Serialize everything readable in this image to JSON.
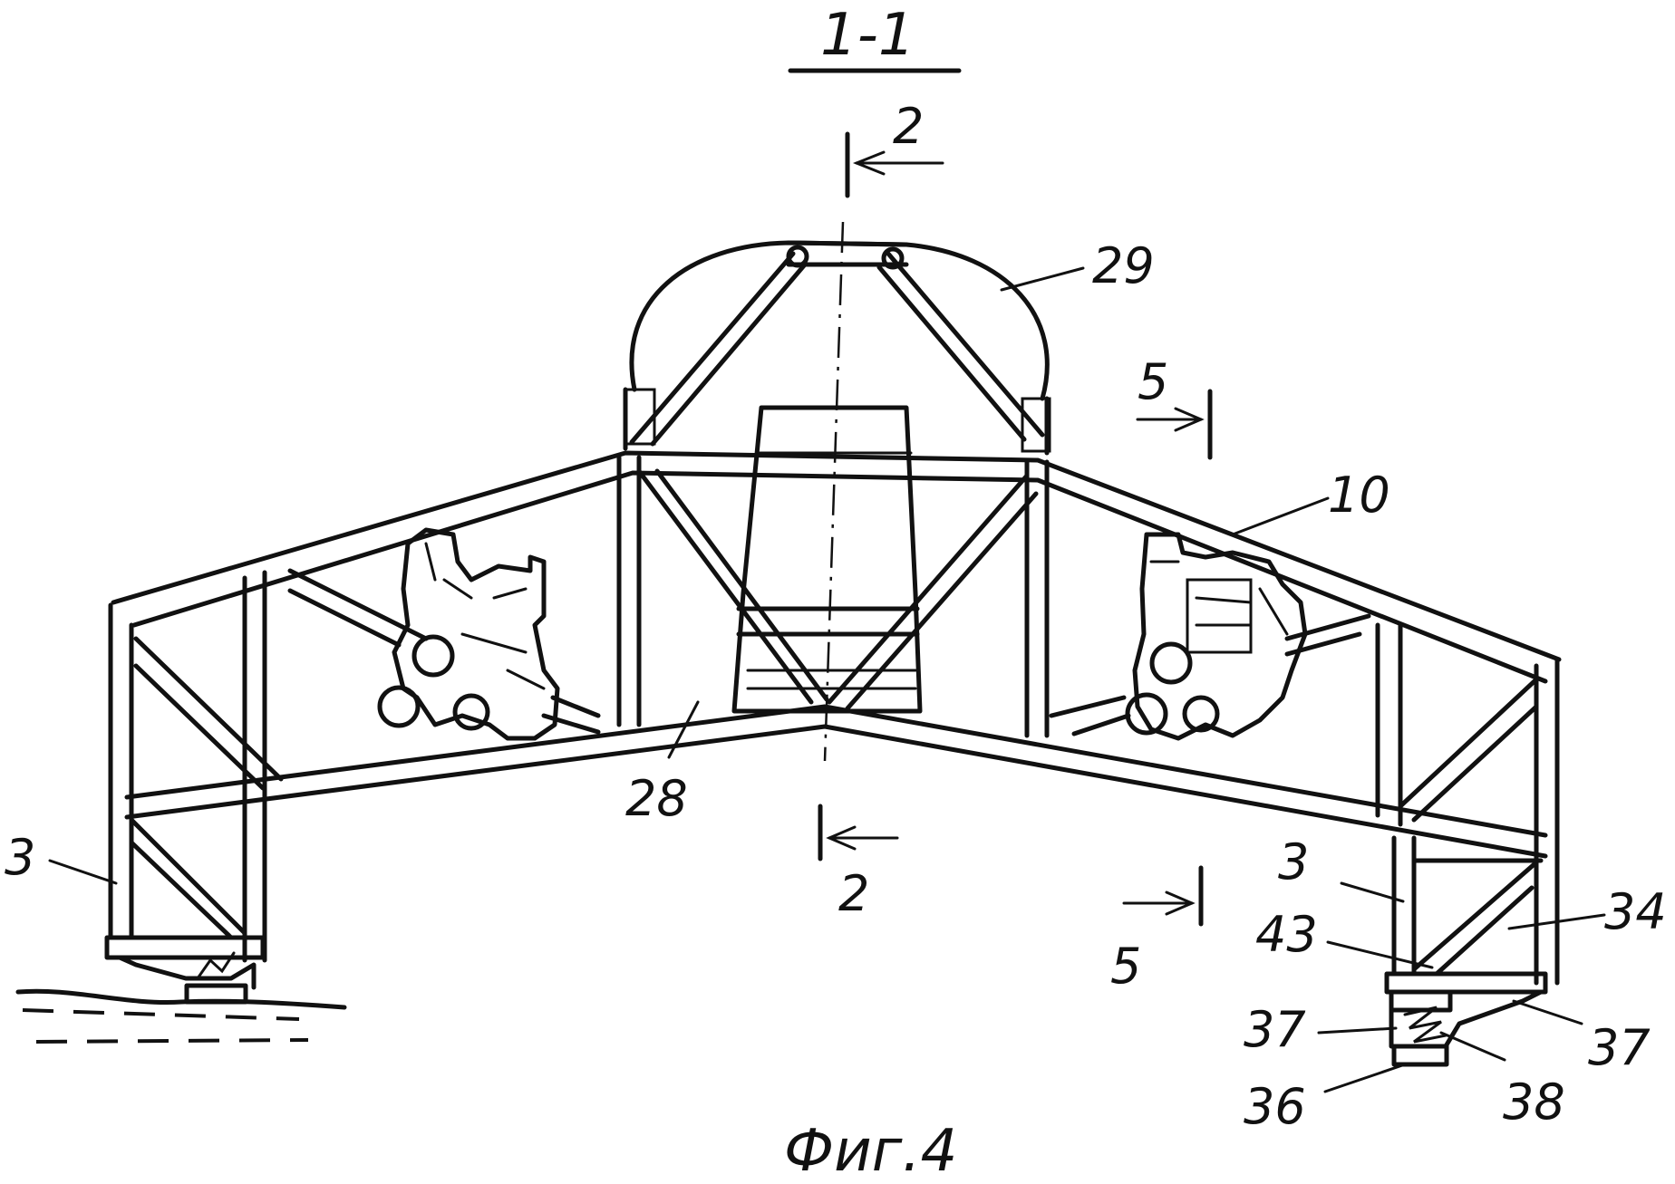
{
  "section_title": "1-1",
  "caption": "Фиг.4",
  "section_marks": {
    "top_2": "2",
    "bottom_2": "2",
    "upper_5": "5",
    "lower_5": "5"
  },
  "labels": {
    "l29": "29",
    "l10": "10",
    "l28": "28",
    "l3_left": "3",
    "l3_right": "3",
    "l34": "34",
    "l43": "43",
    "l37_left": "37",
    "l37_right": "37",
    "l38": "38",
    "l36": "36"
  }
}
